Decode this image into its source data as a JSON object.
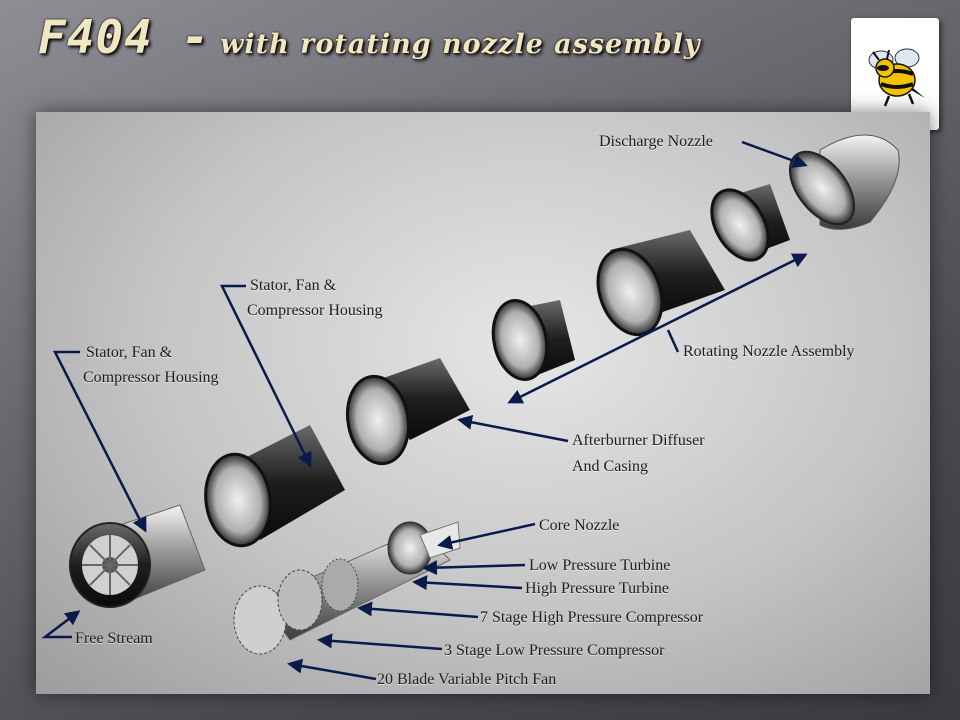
{
  "title": {
    "main": "F404 -",
    "sub": "with rotating nozzle assembly"
  },
  "labels": {
    "discharge_nozzle": "Discharge Nozzle",
    "stator_housing_upper_l1": "Stator, Fan &",
    "stator_housing_upper_l2": "Compressor Housing",
    "stator_housing_lower_l1": "Stator, Fan &",
    "stator_housing_lower_l2": "Compressor Housing",
    "rotating_nozzle_assembly": "Rotating Nozzle Assembly",
    "afterburner_l1": "Afterburner Diffuser",
    "afterburner_l2": "And Casing",
    "core_nozzle": "Core Nozzle",
    "low_pressure_turbine": "Low Pressure Turbine",
    "high_pressure_turbine": "High Pressure Turbine",
    "hp_compressor": "7 Stage High Pressure Compressor",
    "lp_compressor": "3 Stage Low Pressure Compressor",
    "variable_pitch_fan": "20 Blade Variable Pitch Fan",
    "free_stream": "Free Stream"
  },
  "icons": {
    "logo": "hornet-mascot-icon"
  },
  "colors": {
    "leader_line": "#0a1a4a",
    "leader_glow": "#7f9cff",
    "title_text": "#f0e6c0"
  }
}
